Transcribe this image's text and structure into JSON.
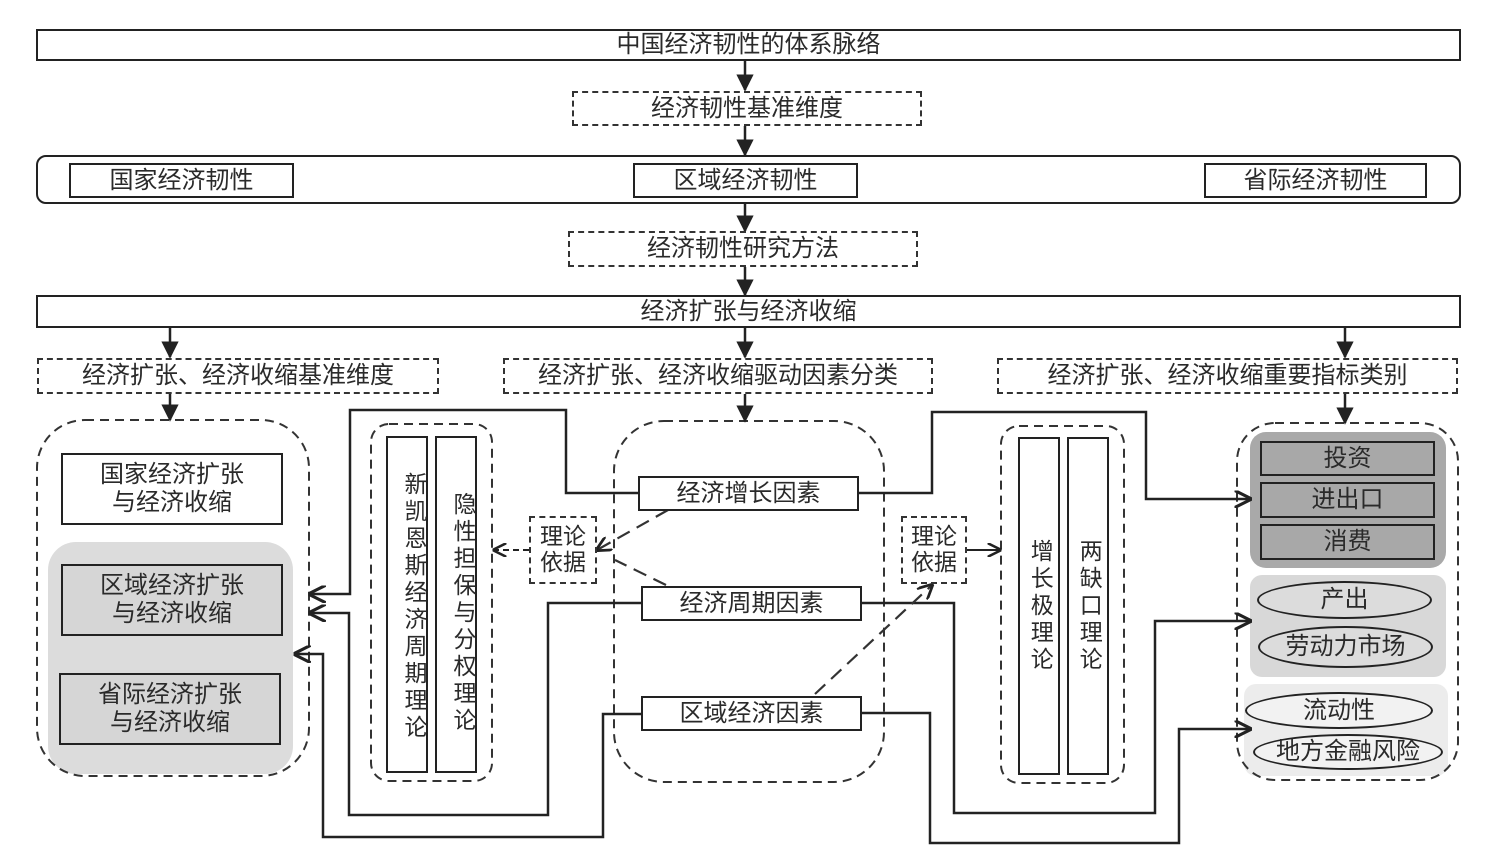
{
  "title": "中国经济韧性的体系脉络",
  "level1": {
    "baseline_dimension": "经济韧性基准维度",
    "scopes": [
      "国家经济韧性",
      "区域经济韧性",
      "省际经济韧性"
    ],
    "research_method": "经济韧性研究方法"
  },
  "level2": {
    "title": "经济扩张与经济收缩",
    "branches": [
      "经济扩张、经济收缩基准维度",
      "经济扩张、经济收缩驱动因素分类",
      "经济扩张、经济收缩重要指标类别"
    ]
  },
  "left_panel": {
    "items": [
      {
        "line1": "国家经济扩张",
        "line2": "与经济收缩"
      },
      {
        "line1": "区域经济扩张",
        "line2": "与经济收缩"
      },
      {
        "line1": "省际经济扩张",
        "line2": "与经济收缩"
      }
    ]
  },
  "left_theories": [
    "新凯恩斯经济周期理论",
    "隐性担保与分权理论"
  ],
  "theory_basis_left": {
    "line1": "理论",
    "line2": "依据"
  },
  "theory_basis_right": {
    "line1": "理论",
    "line2": "依据"
  },
  "factors": [
    "经济增长因素",
    "经济周期因素",
    "区域经济因素"
  ],
  "right_theories": [
    "增长极理论",
    "两缺口理论"
  ],
  "indicators": {
    "group1": [
      "投资",
      "进出口",
      "消费"
    ],
    "group2": [
      "产出",
      "劳动力市场"
    ],
    "group3": [
      "流动性",
      "地方金融风险"
    ]
  },
  "colors": {
    "line": "#222222",
    "group_dark": "#a8a8a8",
    "group_mid": "#d6d6d6",
    "group_light": "#ececec"
  }
}
